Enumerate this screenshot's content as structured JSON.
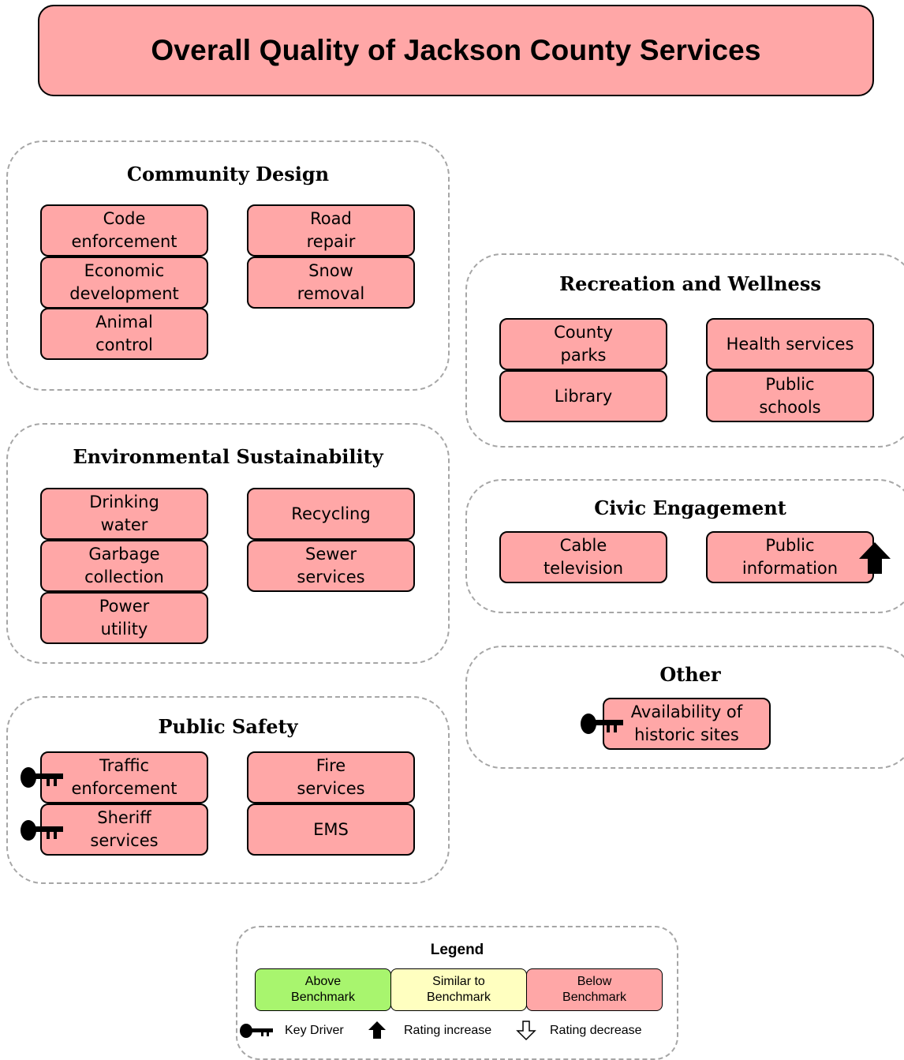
{
  "title": "Overall Quality of Jackson County Services",
  "colors": {
    "below_benchmark": "#ffa7a7",
    "above_benchmark": "#a8f56e",
    "similar_benchmark": "#ffffc0",
    "group_border": "#a6a6a6"
  },
  "groups": {
    "community_design": {
      "title": "Community Design",
      "code_enforcement": "Code\nenforcement",
      "economic_development": "Economic\ndevelopment",
      "animal_control": "Animal\ncontrol",
      "road_repair": "Road\nrepair",
      "snow_removal": "Snow\nremoval"
    },
    "environmental_sustainability": {
      "title": "Environmental Sustainability",
      "drinking_water": "Drinking\nwater",
      "garbage_collection": "Garbage\ncollection",
      "power_utility": "Power\nutility",
      "recycling": "Recycling",
      "sewer_services": "Sewer\nservices"
    },
    "public_safety": {
      "title": "Public Safety",
      "traffic_enforcement": "Traffic\nenforcement",
      "sheriff_services": "Sheriff\nservices",
      "fire_services": "Fire\nservices",
      "ems": "EMS"
    },
    "recreation_wellness": {
      "title": "Recreation and Wellness",
      "county_parks": "County\nparks",
      "library": "Library",
      "health_services": "Health services",
      "public_schools": "Public\nschools"
    },
    "civic_engagement": {
      "title": "Civic Engagement",
      "cable_television": "Cable\ntelevision",
      "public_information": "Public\ninformation"
    },
    "other": {
      "title": "Other",
      "historic_sites": "Availability of\nhistoric sites"
    }
  },
  "legend": {
    "title": "Legend",
    "above": "Above\nBenchmark",
    "similar": "Similar to\nBenchmark",
    "below": "Below\nBenchmark",
    "key_driver": "Key Driver",
    "rating_increase": "Rating increase",
    "rating_decrease": "Rating decrease"
  },
  "icons": {
    "key_driver": "key-icon",
    "rating_increase": "arrow-up-filled-icon",
    "rating_decrease": "arrow-down-outline-icon"
  }
}
